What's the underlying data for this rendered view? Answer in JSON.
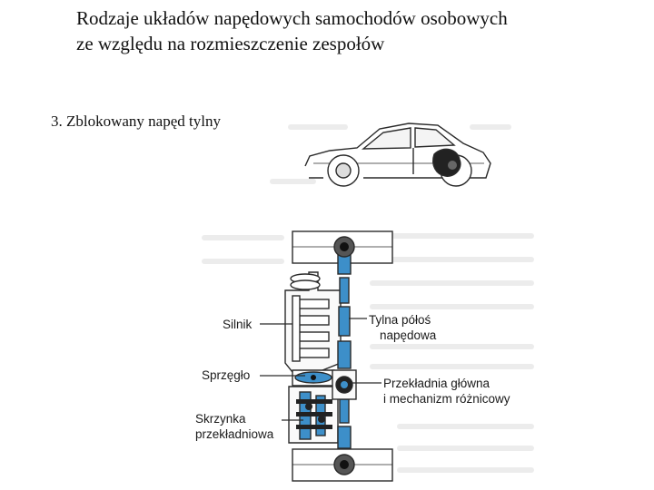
{
  "slide": {
    "title_line1": "Rodzaje układów napędowych samochodów osobowych",
    "title_line2": "ze względu na rozmieszczenie zespołów",
    "subtitle": "3. Zblokowany napęd tylny"
  },
  "diagram": {
    "labels": {
      "engine": "Silnik",
      "clutch": "Sprzęgło",
      "gearbox_line1": "Skrzynka",
      "gearbox_line2": "przekładniowa",
      "halfshaft_line1": "Tylna półoś",
      "halfshaft_line2": "napędowa",
      "final_drive_line1": "Przekładnia główna",
      "final_drive_line2": "i mechanizm różnicowy"
    },
    "colors": {
      "shaft_blue": "#3d8fc9",
      "line_dark": "#2a2a2a",
      "ghost_text": "#e6e6e6"
    }
  }
}
